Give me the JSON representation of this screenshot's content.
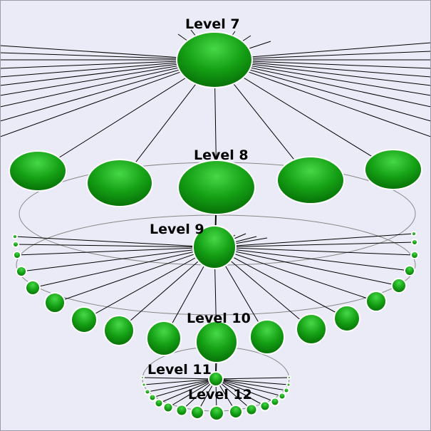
{
  "labels": {
    "level7": "Level 7",
    "level8": "Level 8",
    "level9": "Level 9",
    "level10": "Level 10",
    "level11": "Level 11",
    "level12": "Level 12"
  },
  "colors": {
    "background": "#ebebf7",
    "node_dark": "#0a7a0a",
    "node_light": "#3fd23f",
    "node_outline": "#ffffff",
    "edge": "#000000",
    "ring": "#888888"
  }
}
